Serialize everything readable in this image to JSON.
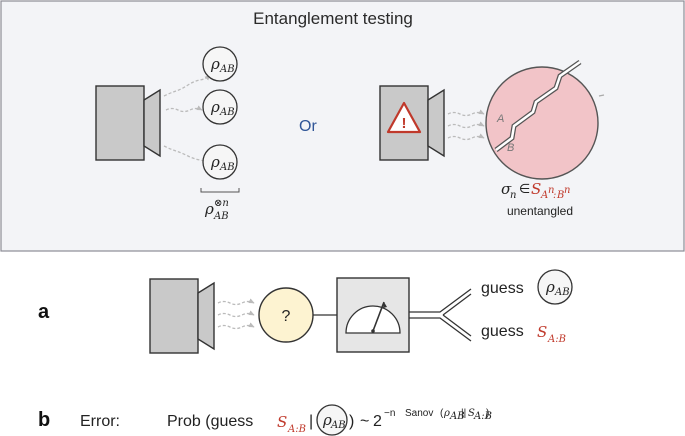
{
  "panel_top": {
    "title": "Entanglement testing",
    "or_label": "Or",
    "rho_symbol": "ρ",
    "rho_sub": "AB",
    "tensor_power": "⊗n",
    "sigma_symbol": "σ",
    "sigma_sub": "n",
    "element_of": "∈",
    "set_symbol": "S",
    "set_sub_A": "A",
    "set_sub_n1": "n",
    "set_sub_colon": ":",
    "set_sub_B": "B",
    "set_sub_n2": "n",
    "unentangled_label": "unentangled",
    "region_A": "A",
    "region_B": "B",
    "warning_glyph": "!"
  },
  "panel_a": {
    "label": "a",
    "unknown_state": "?",
    "guess_label_1": "guess",
    "guess_label_2": "guess",
    "set_symbol": "S",
    "set_sub": "A:B"
  },
  "panel_b": {
    "label": "b",
    "error_label": "Error:",
    "prob_prefix": "Prob (guess ",
    "set_symbol": "S",
    "set_sub": "A:B",
    "given_bar": "|",
    "prob_suffix": ")",
    "approx": "~",
    "base": "2",
    "exp_prefix": "−n",
    "sanov_label": "Sanov",
    "sanov_args_open": "(",
    "sanov_rho": "ρ",
    "sanov_rho_sub": "AB",
    "sanov_sep": "||",
    "sanov_set": "S",
    "sanov_set_sub": "A:B",
    "sanov_args_close": ")"
  },
  "colors": {
    "panel_bg": "#f3f4f7",
    "panel_border": "#8c8c95",
    "device_fill": "#c9c9c9",
    "device_stroke": "#333333",
    "warning_red": "#c0392b",
    "sphere_fill": "#f2c4c8",
    "unknown_fill": "#fdf3d1",
    "or_blue": "#2f5597"
  },
  "icons": [
    "source-device-icon",
    "warning-icon",
    "measurement-meter-icon",
    "wavy-emission-icon"
  ]
}
